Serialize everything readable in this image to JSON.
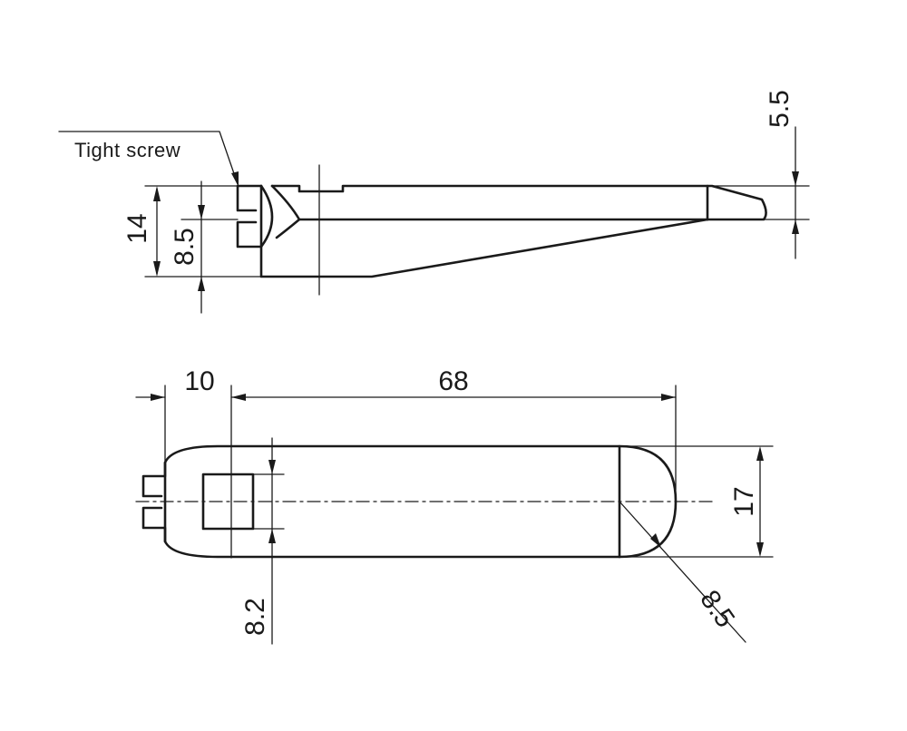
{
  "labels": {
    "tight_screw": "Tight screw"
  },
  "dimensions": {
    "side_height": "14",
    "screw_offset": "8.5",
    "tip_height": "5.5",
    "head_length": "10",
    "body_length": "68",
    "width": "17",
    "square_size": "8.2",
    "radius": "8.5"
  }
}
